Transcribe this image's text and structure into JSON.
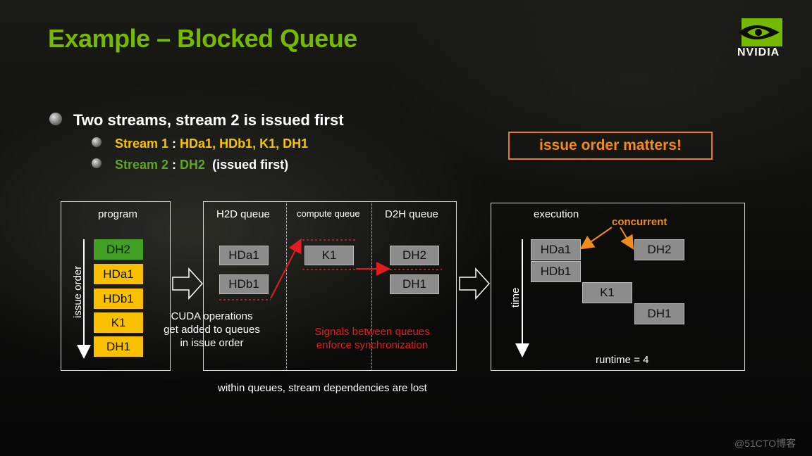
{
  "title": "Example – Blocked Queue",
  "brand": {
    "name": "NVIDIA",
    "color": "#76b900",
    "logo_icon": "nvidia-eye-logo"
  },
  "bullets": {
    "main": "Two streams, stream 2 is issued first",
    "stream1": {
      "label": "Stream 1",
      "sep": " : ",
      "ops": "HDa1, HDb1, K1, DH1"
    },
    "stream2": {
      "label": "Stream 2",
      "sep": " : ",
      "ops": "DH2",
      "note": "(issued first)"
    }
  },
  "callout": "issue order matters!",
  "program": {
    "header": "program",
    "axis_label": "issue order",
    "items": [
      {
        "label": "DH2",
        "stream": 2
      },
      {
        "label": "HDa1",
        "stream": 1
      },
      {
        "label": "HDb1",
        "stream": 1
      },
      {
        "label": "K1",
        "stream": 1
      },
      {
        "label": "DH1",
        "stream": 1
      }
    ]
  },
  "queues": {
    "h2d": {
      "header": "H2D queue",
      "items": [
        "HDa1",
        "HDb1"
      ]
    },
    "compute": {
      "header": "compute queue",
      "items": [
        "K1"
      ]
    },
    "d2h": {
      "header": "D2H queue",
      "items": [
        "DH2",
        "DH1"
      ]
    },
    "caption": [
      "CUDA operations",
      "get added to queues",
      "in issue order"
    ],
    "signal_text": [
      "Signals between queues",
      "enforce synchronization"
    ],
    "footer": "within queues, stream dependencies are lost"
  },
  "execution": {
    "header": "execution",
    "axis_label": "time",
    "concurrent_label": "concurrent",
    "items": [
      "HDa1",
      "HDb1",
      "DH2",
      "K1",
      "DH1"
    ],
    "runtime": "runtime = 4"
  },
  "colors": {
    "stream1": "#f8c000",
    "stream2": "#41a024",
    "queued_op": "#8c8c8c",
    "signal": "#e31d1d",
    "callout": "#f18b1c"
  },
  "watermark": "@51CTO博客"
}
